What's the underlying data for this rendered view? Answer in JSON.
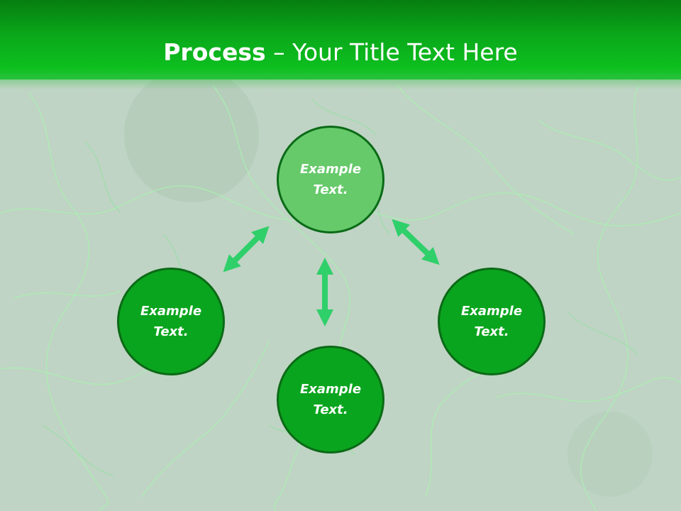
{
  "slide": {
    "title_bold": "Process",
    "title_rest": " – Your Title Text Here"
  },
  "nodes": [
    {
      "id": "top",
      "text": "Example Text."
    },
    {
      "id": "left",
      "text": "Example Text."
    },
    {
      "id": "right",
      "text": "Example Text."
    },
    {
      "id": "bottom",
      "text": "Example Text."
    }
  ],
  "colors": {
    "header_green": "#0aa81a",
    "node_dark": "#0aa51e",
    "node_light": "#66c96a",
    "node_border": "#0b6a17",
    "arrow": "#2fcf6a",
    "background": "#bfd4c4"
  }
}
